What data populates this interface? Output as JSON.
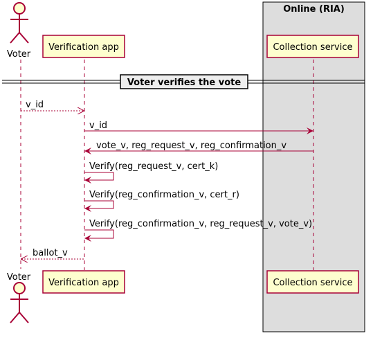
{
  "diagram": {
    "group_box": {
      "title": "Online (RIA)"
    },
    "divider": {
      "label": "Voter verifies the vote"
    },
    "participants": {
      "voter": {
        "label": "Voter"
      },
      "app": {
        "label": "Verification app"
      },
      "service": {
        "label": "Collection service"
      }
    },
    "messages": [
      {
        "label": "v_id",
        "from": "voter",
        "to": "app",
        "style": "dashed"
      },
      {
        "label": "v_id",
        "from": "app",
        "to": "service",
        "style": "solid"
      },
      {
        "label": "vote_v, reg_request_v, reg_confirmation_v",
        "from": "service",
        "to": "app",
        "style": "solid"
      },
      {
        "label": "Verify(reg_request_v, cert_k)",
        "from": "app",
        "to": "app",
        "style": "self"
      },
      {
        "label": "Verify(reg_confirmation_v, cert_r)",
        "from": "app",
        "to": "app",
        "style": "self"
      },
      {
        "label": "Verify(reg_confirmation_v, reg_request_v, vote_v)",
        "from": "app",
        "to": "app",
        "style": "self"
      },
      {
        "label": "ballot_v",
        "from": "app",
        "to": "voter",
        "style": "dashed"
      }
    ],
    "colors": {
      "lifeline": "#A80036",
      "participant_fill": "#FEFECE",
      "group_fill": "#DDDDDD",
      "divider_fill": "#EEEEEE",
      "border": "#000000"
    }
  }
}
